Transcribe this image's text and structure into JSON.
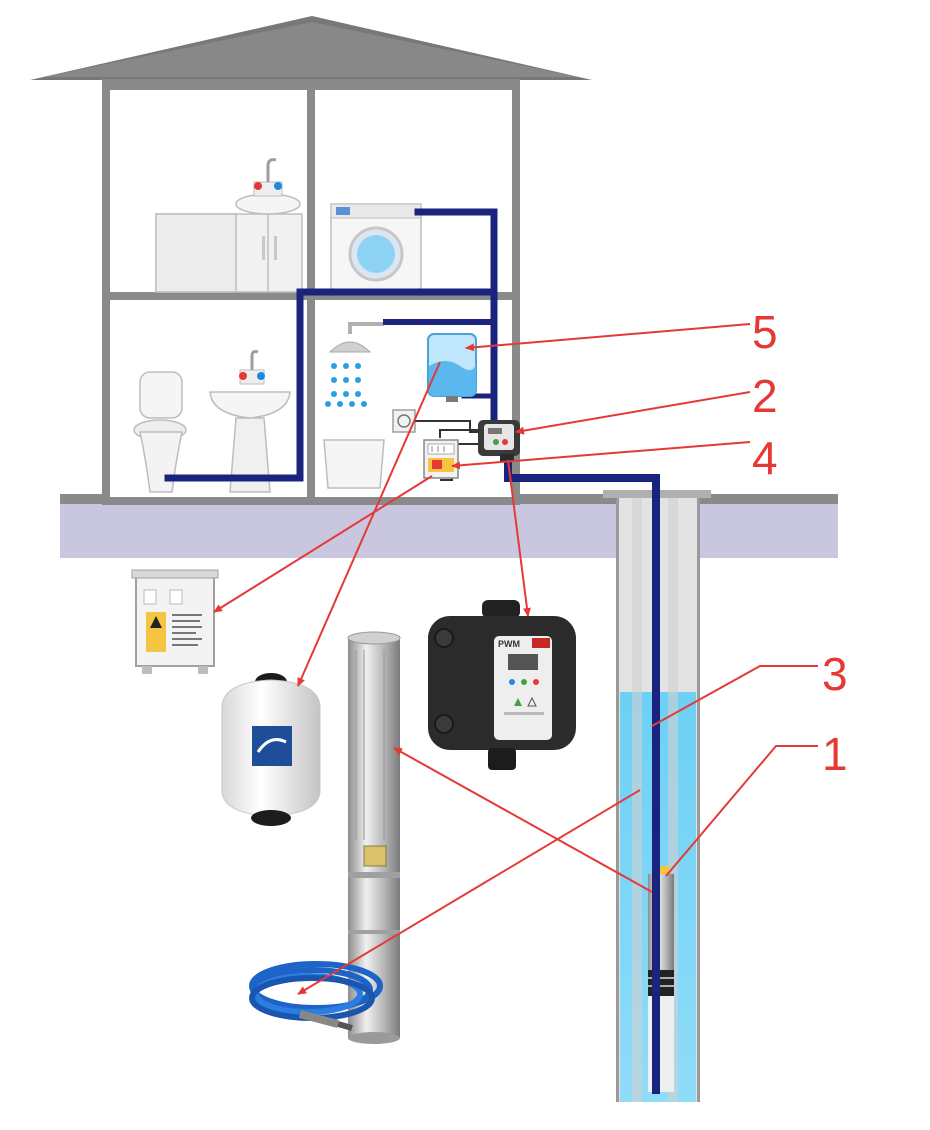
{
  "callouts": [
    {
      "label": "5"
    },
    {
      "label": "2"
    },
    {
      "label": "4"
    },
    {
      "label": "3"
    },
    {
      "label": "1"
    }
  ],
  "controller_brand": "PWM",
  "colors": {
    "pipe": "#1a237e",
    "arrow": "#e53935",
    "water": "#4fc3f7",
    "wall": "#8a8a8a",
    "ground": "#c9c6e0",
    "roof": "#777777",
    "hose": "#1e63c8"
  },
  "icons": [
    "house",
    "sink",
    "washing-machine",
    "toilet",
    "shower",
    "pressure-tank",
    "socket",
    "control-box",
    "pressure-controller",
    "borehole",
    "submersible-pump",
    "water-hose"
  ]
}
